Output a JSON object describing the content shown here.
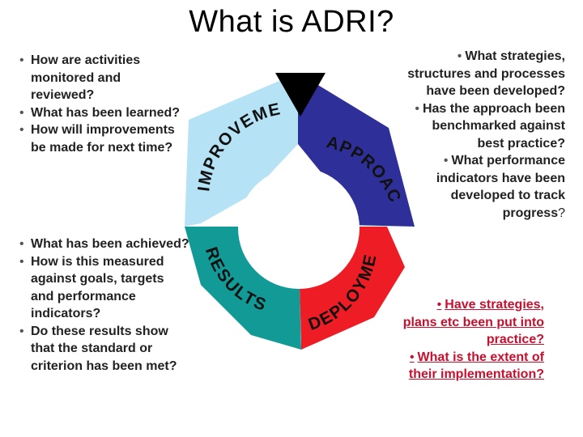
{
  "title": "What is ADRI?",
  "colors": {
    "approach": "#2f2f9a",
    "deployment": "#ee1c24",
    "results": "#129a96",
    "improvement": "#b5e3f5",
    "pointer": "#000000",
    "bottom_right_text": "#c8102e"
  },
  "segments": {
    "approach": "APPROACH",
    "deployment": "DEPLOYMENT",
    "results": "RESULTS",
    "improvement": "IMPROVEMENT"
  },
  "left_top": [
    "How are activities monitored and reviewed?",
    "What has been learned?",
    "How will improvements be made for next time?"
  ],
  "left_bottom": [
    "What has been achieved?",
    "How is this measured against goals, targets and performance indicators?",
    "Do these results show that the standard or criterion has been met?"
  ],
  "right_top": [
    "What strategies, structures and processes have been developed?",
    "Has the approach been benchmarked against best practice?",
    "What performance indicators have been developed to track progress"
  ],
  "right_top_tail": "?",
  "right_bottom": [
    "Have strategies, plans etc been put into practice?",
    "What is the extent of their implementation?"
  ]
}
